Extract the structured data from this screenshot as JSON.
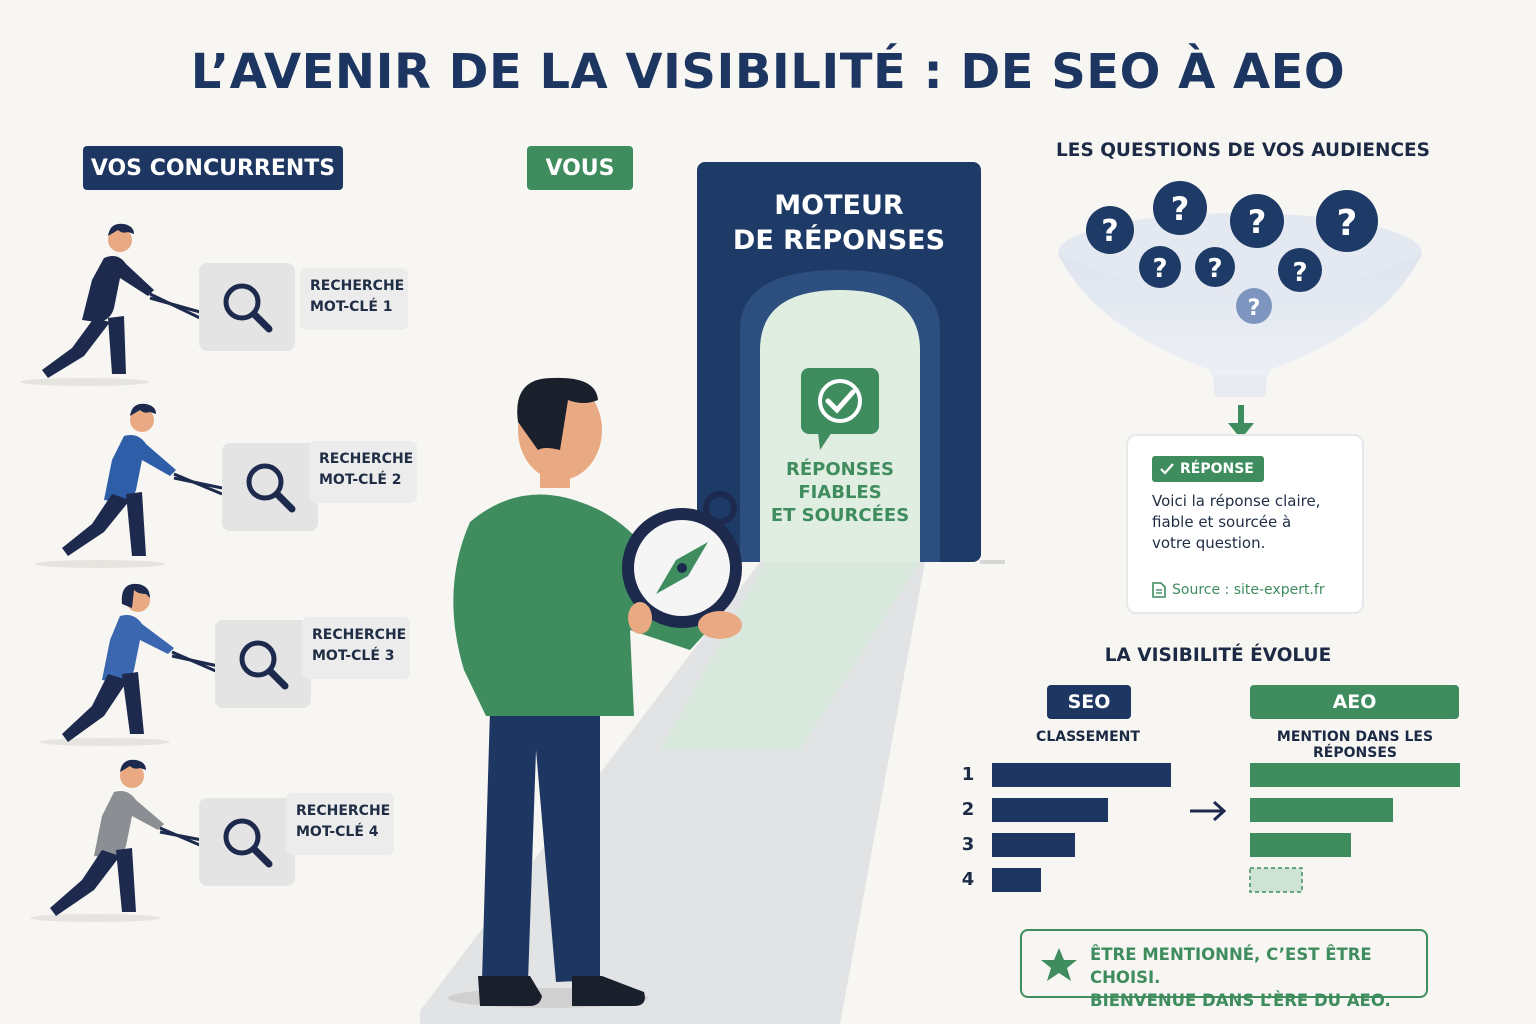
{
  "title": "L’AVENIR DE LA VISIBILITÉ : DE SEO À AEO",
  "left": {
    "tag": "VOS CONCURRENTS",
    "searches": [
      {
        "line1": "RECHERCHE",
        "line2": "MOT-CLÉ 1",
        "shirt": "#1d2a4d"
      },
      {
        "line1": "RECHERCHE",
        "line2": "MOT-CLÉ 2",
        "shirt": "#2f5ea8"
      },
      {
        "line1": "RECHERCHE",
        "line2": "MOT-CLÉ 3",
        "shirt": "#3a67b0"
      },
      {
        "line1": "RECHERCHE",
        "line2": "MOT-CLÉ 4",
        "shirt": "#8b8e93"
      }
    ]
  },
  "center": {
    "tag": "VOUS",
    "door_title": [
      "MOTEUR",
      "DE RÉPONSES"
    ],
    "door_text": [
      "RÉPONSES",
      "FIABLES",
      "ET SOURCÉES"
    ]
  },
  "right": {
    "questions_title": "LES QUESTIONS DE VOS AUDIENCES",
    "question_mark": "?",
    "answer": {
      "badge": "RÉPONSE",
      "lines": [
        "Voici la réponse claire,",
        "fiable et sourcée à",
        "votre question."
      ],
      "source": "Source : site-expert.fr"
    },
    "visibility": {
      "title": "LA VISIBILITÉ ÉVOLUE",
      "seo_tag": "SEO",
      "aeo_tag": "AEO",
      "seo_label": "CLASSEMENT",
      "aeo_label": "MENTION DANS LES RÉPONSES",
      "ranks": [
        "1",
        "2",
        "3",
        "4"
      ]
    },
    "bottom": [
      "ÊTRE MENTIONNÉ, C’EST ÊTRE CHOISI.",
      "BIENVENUE DANS L’ÈRE DU AEO."
    ]
  },
  "colors": {
    "navy": "#1d3762",
    "green": "#3f8c5e",
    "background": "#f7f6f2"
  },
  "icons": [
    "magnifier-icon",
    "check-speech-icon",
    "compass-icon",
    "question-bubble-icon",
    "funnel-icon",
    "document-icon",
    "star-icon",
    "arrow-right-icon",
    "arrow-down-icon"
  ]
}
